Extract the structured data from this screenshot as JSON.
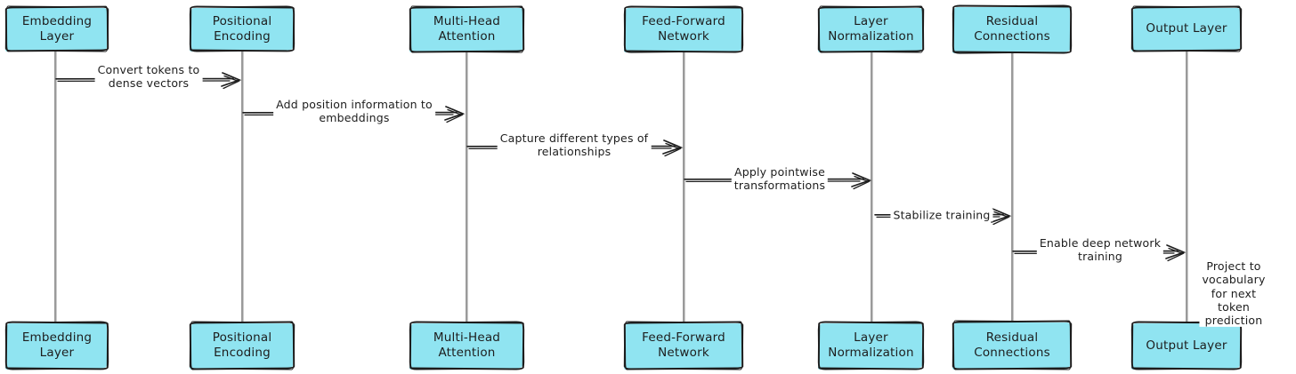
{
  "diagram_type": "sequence-diagram",
  "theme": {
    "background": "#ffffff",
    "actor_fill": "#90e4f1",
    "actor_border": "#1d1d1d",
    "lifeline_color": "#9a9a9a",
    "ink_color": "#1d1d1d"
  },
  "actors": {
    "embedding": {
      "label": "Embedding Layer"
    },
    "positional": {
      "label": "Positional\nEncoding"
    },
    "multi_head": {
      "label": "Multi-Head\nAttention"
    },
    "feed_forward": {
      "label": "Feed-Forward\nNetwork"
    },
    "layer_norm": {
      "label": "Layer\nNormalization"
    },
    "residual": {
      "label": "Residual\nConnections"
    },
    "output": {
      "label": "Output Layer"
    }
  },
  "messages": {
    "convert": {
      "from": "embedding",
      "to": "positional",
      "label": "Convert tokens to\ndense vectors"
    },
    "add_position": {
      "from": "positional",
      "to": "multi_head",
      "label": "Add position information to\nembeddings"
    },
    "capture": {
      "from": "multi_head",
      "to": "feed_forward",
      "label": "Capture different types of\nrelationships"
    },
    "apply": {
      "from": "feed_forward",
      "to": "layer_norm",
      "label": "Apply pointwise\ntransformations"
    },
    "stabilize": {
      "from": "layer_norm",
      "to": "residual",
      "label": "Stabilize training"
    },
    "enable": {
      "from": "residual",
      "to": "output",
      "label": "Enable deep network\ntraining"
    },
    "project": {
      "from": "output",
      "to": "output",
      "label": "Project to vocabulary\nfor next token\nprediction"
    }
  }
}
